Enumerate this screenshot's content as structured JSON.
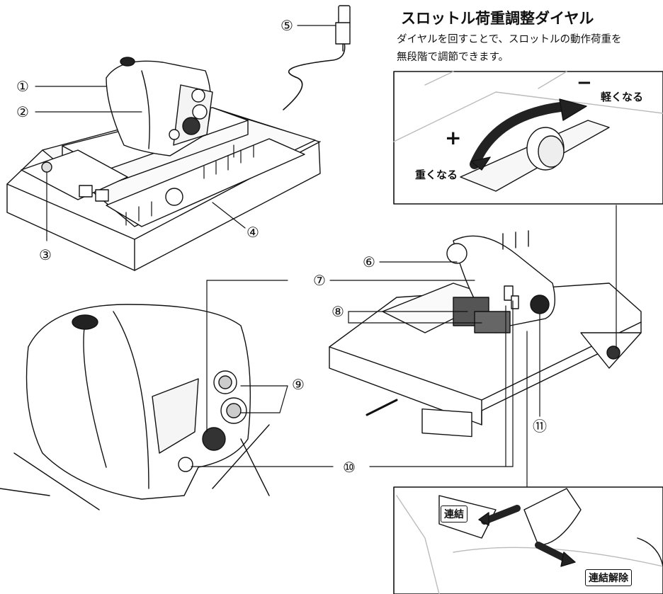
{
  "title": "スロットル荷重調整ダイヤル",
  "description": [
    "ダイヤルを回すことで、スロットルの動作荷重を",
    "無段階で調節できます。"
  ],
  "dial_inset": {
    "minus": "−",
    "lighter": "軽くなる",
    "plus": "+",
    "heavier": "重くなる"
  },
  "link_inset": {
    "connect": "連結",
    "release": "連結解除"
  },
  "callouts": [
    "①",
    "②",
    "③",
    "④",
    "⑤",
    "⑥",
    "⑦",
    "⑧",
    "⑨",
    "⑩",
    "⑪"
  ],
  "colors": {
    "line": "#111111",
    "fill": "#ffffff",
    "arrow": "#222222"
  }
}
